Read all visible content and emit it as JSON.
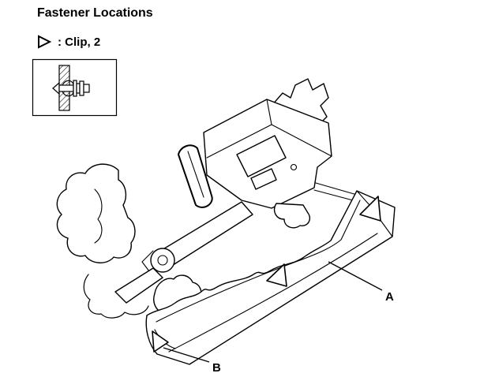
{
  "page": {
    "title": "Fastener Locations"
  },
  "legend": {
    "clip_label": ": Clip, 2",
    "marker_glyph": "▷"
  },
  "diagram": {
    "label_a": "A",
    "label_b": "B"
  },
  "colors": {
    "line": "#000000",
    "background": "#ffffff"
  }
}
